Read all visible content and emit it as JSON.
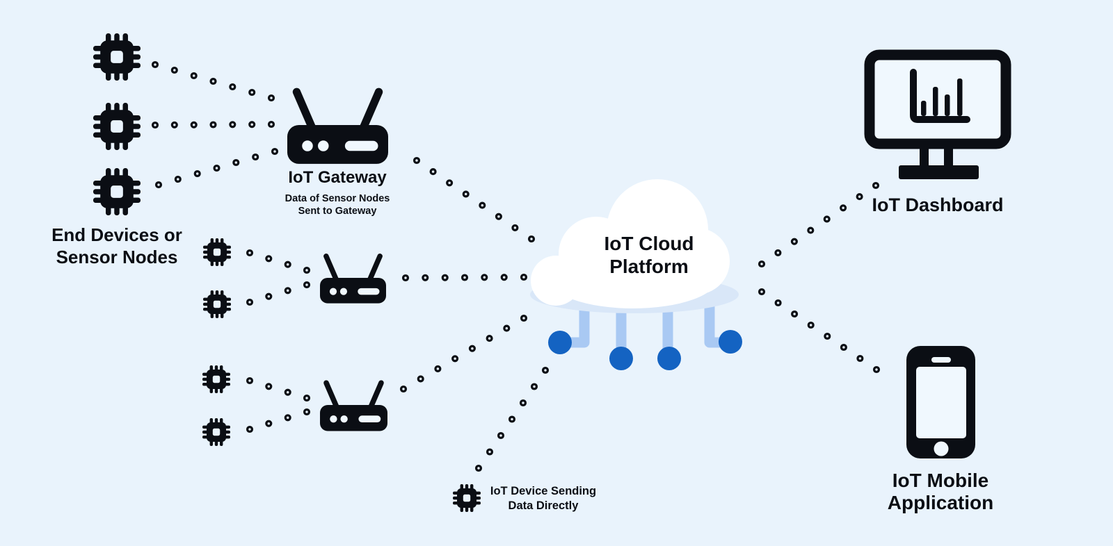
{
  "diagram": {
    "title_context": "IoT architecture diagram",
    "background_color": "#e9f3fc",
    "ink_color": "#0b0e14",
    "accent_colors": {
      "drip_light_blue": "#a9c9f3",
      "endpoint_blue": "#1463c2",
      "cloud_white": "#ffffff",
      "cloud_shadow_blue": "#d9e7f8",
      "icon_screen_white": "#f0f8fe"
    },
    "labels": {
      "end_devices_line1": "End Devices or",
      "end_devices_line2": "Sensor Nodes",
      "gateway_title": "IoT Gateway",
      "gateway_sub_line1": "Data of Sensor Nodes",
      "gateway_sub_line2": "Sent to Gateway",
      "cloud_line1": "IoT Cloud",
      "cloud_line2": "Platform",
      "dashboard": "IoT Dashboard",
      "mobile_line1": "IoT Mobile",
      "mobile_line2": "Application",
      "direct_device_line1": "IoT Device Sending",
      "direct_device_line2": "Data Directly"
    },
    "icons": [
      {
        "name": "chip-icon",
        "meaning": "end device / sensor node",
        "count": 8
      },
      {
        "name": "router-icon",
        "meaning": "IoT gateway",
        "count": 3
      },
      {
        "name": "cloud-icon",
        "meaning": "IoT cloud platform",
        "count": 1
      },
      {
        "name": "monitor-bar-chart-icon",
        "meaning": "IoT dashboard",
        "count": 1
      },
      {
        "name": "smartphone-icon",
        "meaning": "IoT mobile application",
        "count": 1
      },
      {
        "name": "dotted-connection",
        "meaning": "data flow link",
        "count": 13
      }
    ]
  }
}
